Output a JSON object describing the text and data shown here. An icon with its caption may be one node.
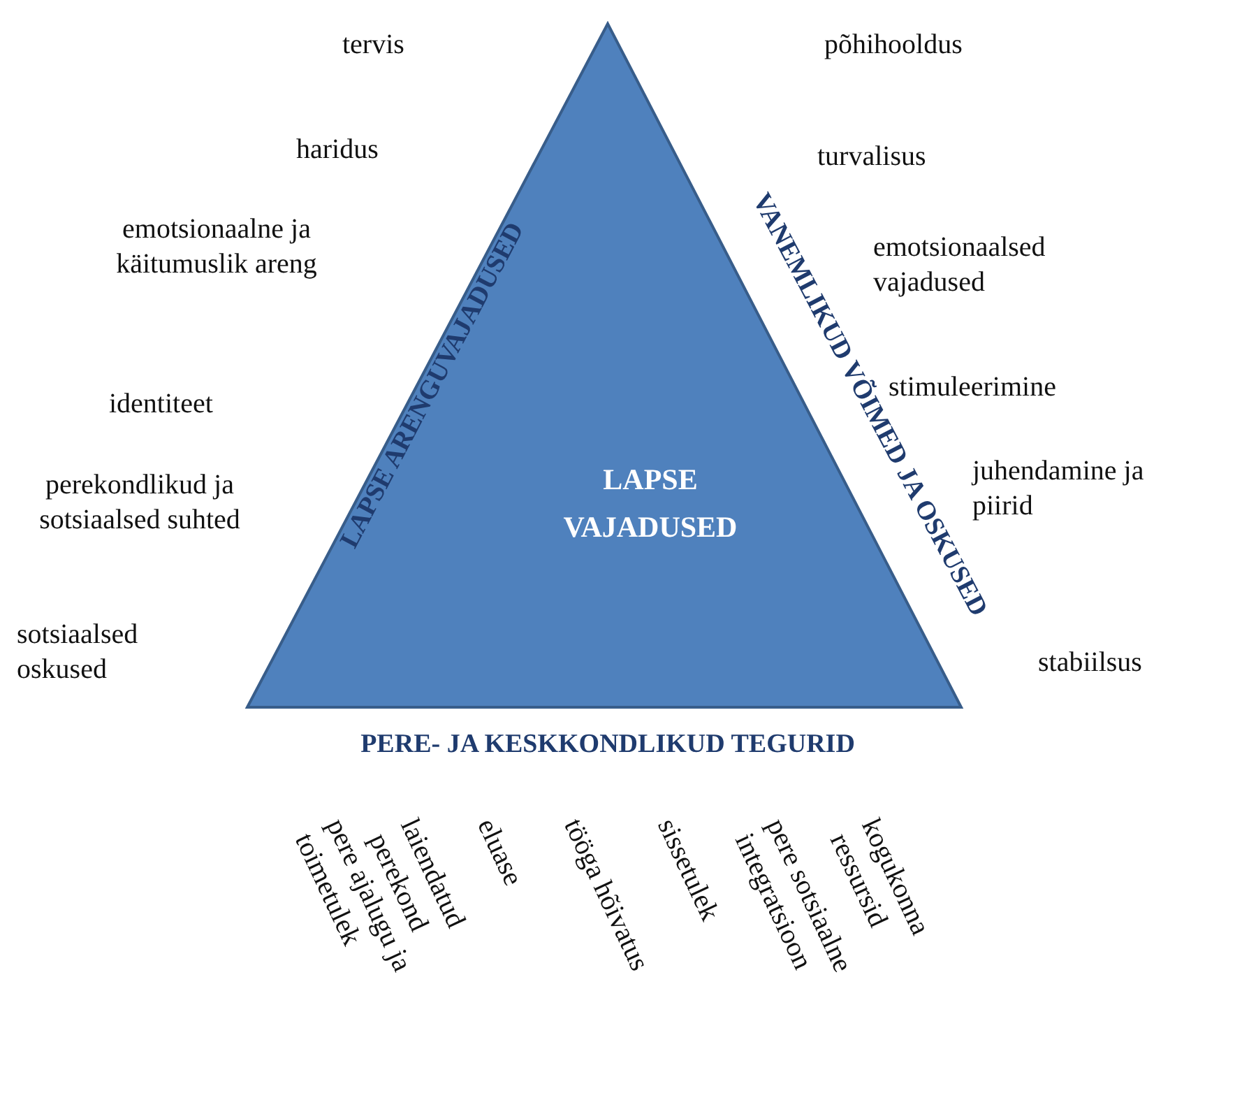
{
  "diagram": {
    "nodes": [
      {
        "text": [
          "LAPSE VAJADUSED"
        ]
      }
    ],
    "edges": [],
    "labels": [
      "tervis",
      "põhihooldus",
      "haridus",
      "LAPSE ARENGUVAJADUSED",
      "VANEMLIKUD VÕIMED JA OSKUSED",
      "turvalisus",
      "emotsionaalne ja käitumuslik areng",
      "emotsionaalsed vajadused",
      "identiteet",
      "stimuleerimine",
      "perekondlikud ja sotsiaalsed suhted",
      "juhendamine ja piirid",
      "sotsiaalsed oskused",
      "stabiilsus",
      "PERE- JA KESKKONDLIKUD TEGURID",
      "pere ajalugu ja toimetulek",
      "laiendatud perekond",
      "eluase",
      "tööga hõivatus",
      "sissetulek",
      "pere sotsiaalne integratsioon",
      "kogukonna ressursid"
    ]
  }
}
